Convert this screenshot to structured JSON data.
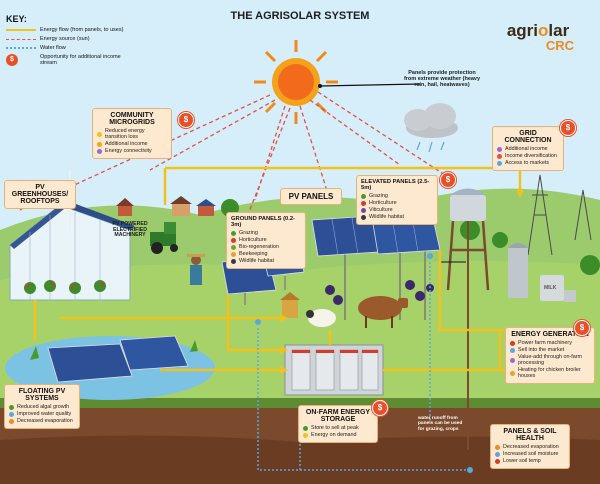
{
  "title": "THE AGRISOLAR SYSTEM",
  "brand": {
    "name_left": "agri",
    "name_mid": "s",
    "name_right": "lar",
    "sub": "CRC"
  },
  "key": {
    "heading": "KEY:",
    "items": [
      {
        "label": "Energy flow (from panels, to uses)",
        "color": "#f2c21a"
      },
      {
        "label": "Energy source (sun)",
        "color": "#e2504a"
      },
      {
        "label": "Water flow",
        "color": "#5aa7df"
      },
      {
        "label": "Opportunity for additional income stream",
        "color": "#e8502a"
      }
    ]
  },
  "sun_note": "Panels provide protection from extreme weather (heavy rain, hail, heatwaves)",
  "community": {
    "title": "COMMUNITY MICROGRIDS",
    "items": [
      "Reduced energy transition loss",
      "Additional income",
      "Energy connectivity"
    ]
  },
  "grid": {
    "title": "GRID CONNECTION",
    "items": [
      "Additional income",
      "Income diversification",
      "Access to markets"
    ]
  },
  "greenhouses": {
    "title": "PV GREENHOUSES/ ROOFTOPS"
  },
  "machinery": {
    "label": "PV POWERED ELECTRIFIED MACHINERY"
  },
  "pv_panels": {
    "title": "PV PANELS"
  },
  "elevated": {
    "title": "ELEVATED PANELS (2.5-5m)",
    "items": [
      "Grazing",
      "Horticulture",
      "Viticulture",
      "Wildlife habitat"
    ]
  },
  "ground": {
    "title": "GROUND PANELS (0.2-3m)",
    "items": [
      "Grazing",
      "Horticulture",
      "Bio-regeneration",
      "Beekeeping",
      "Wildlife habitat"
    ]
  },
  "energy_gen": {
    "title": "ENERGY GENERATION",
    "items": [
      "Power farm machinery",
      "Sell into the market",
      "Value-add through on-farm processing",
      "Heating for chicken broiler houses"
    ]
  },
  "floating": {
    "title": "FLOATING PV SYSTEMS",
    "items": [
      "Reduced algal growth",
      "Improved water quality",
      "Decreased evaporation"
    ]
  },
  "storage": {
    "title": "ON-FARM ENERGY STORAGE",
    "items": [
      "Store to sell at peak",
      "Energy on demand"
    ]
  },
  "soil": {
    "title": "PANELS & SOIL HEALTH",
    "items": [
      "Decreased evaporation",
      "Increased soil moisture",
      "Lower soil temp"
    ]
  },
  "runoff_note": "water runoff from panels can be used for grazing, crops",
  "milk_label": "MILK",
  "colors": {
    "energy": "#f2c21a",
    "sun": "#e2504a",
    "water": "#5aa7df",
    "income": "#e8502a",
    "box_bg": "#fde9cf",
    "box_border": "#e8b37a"
  }
}
